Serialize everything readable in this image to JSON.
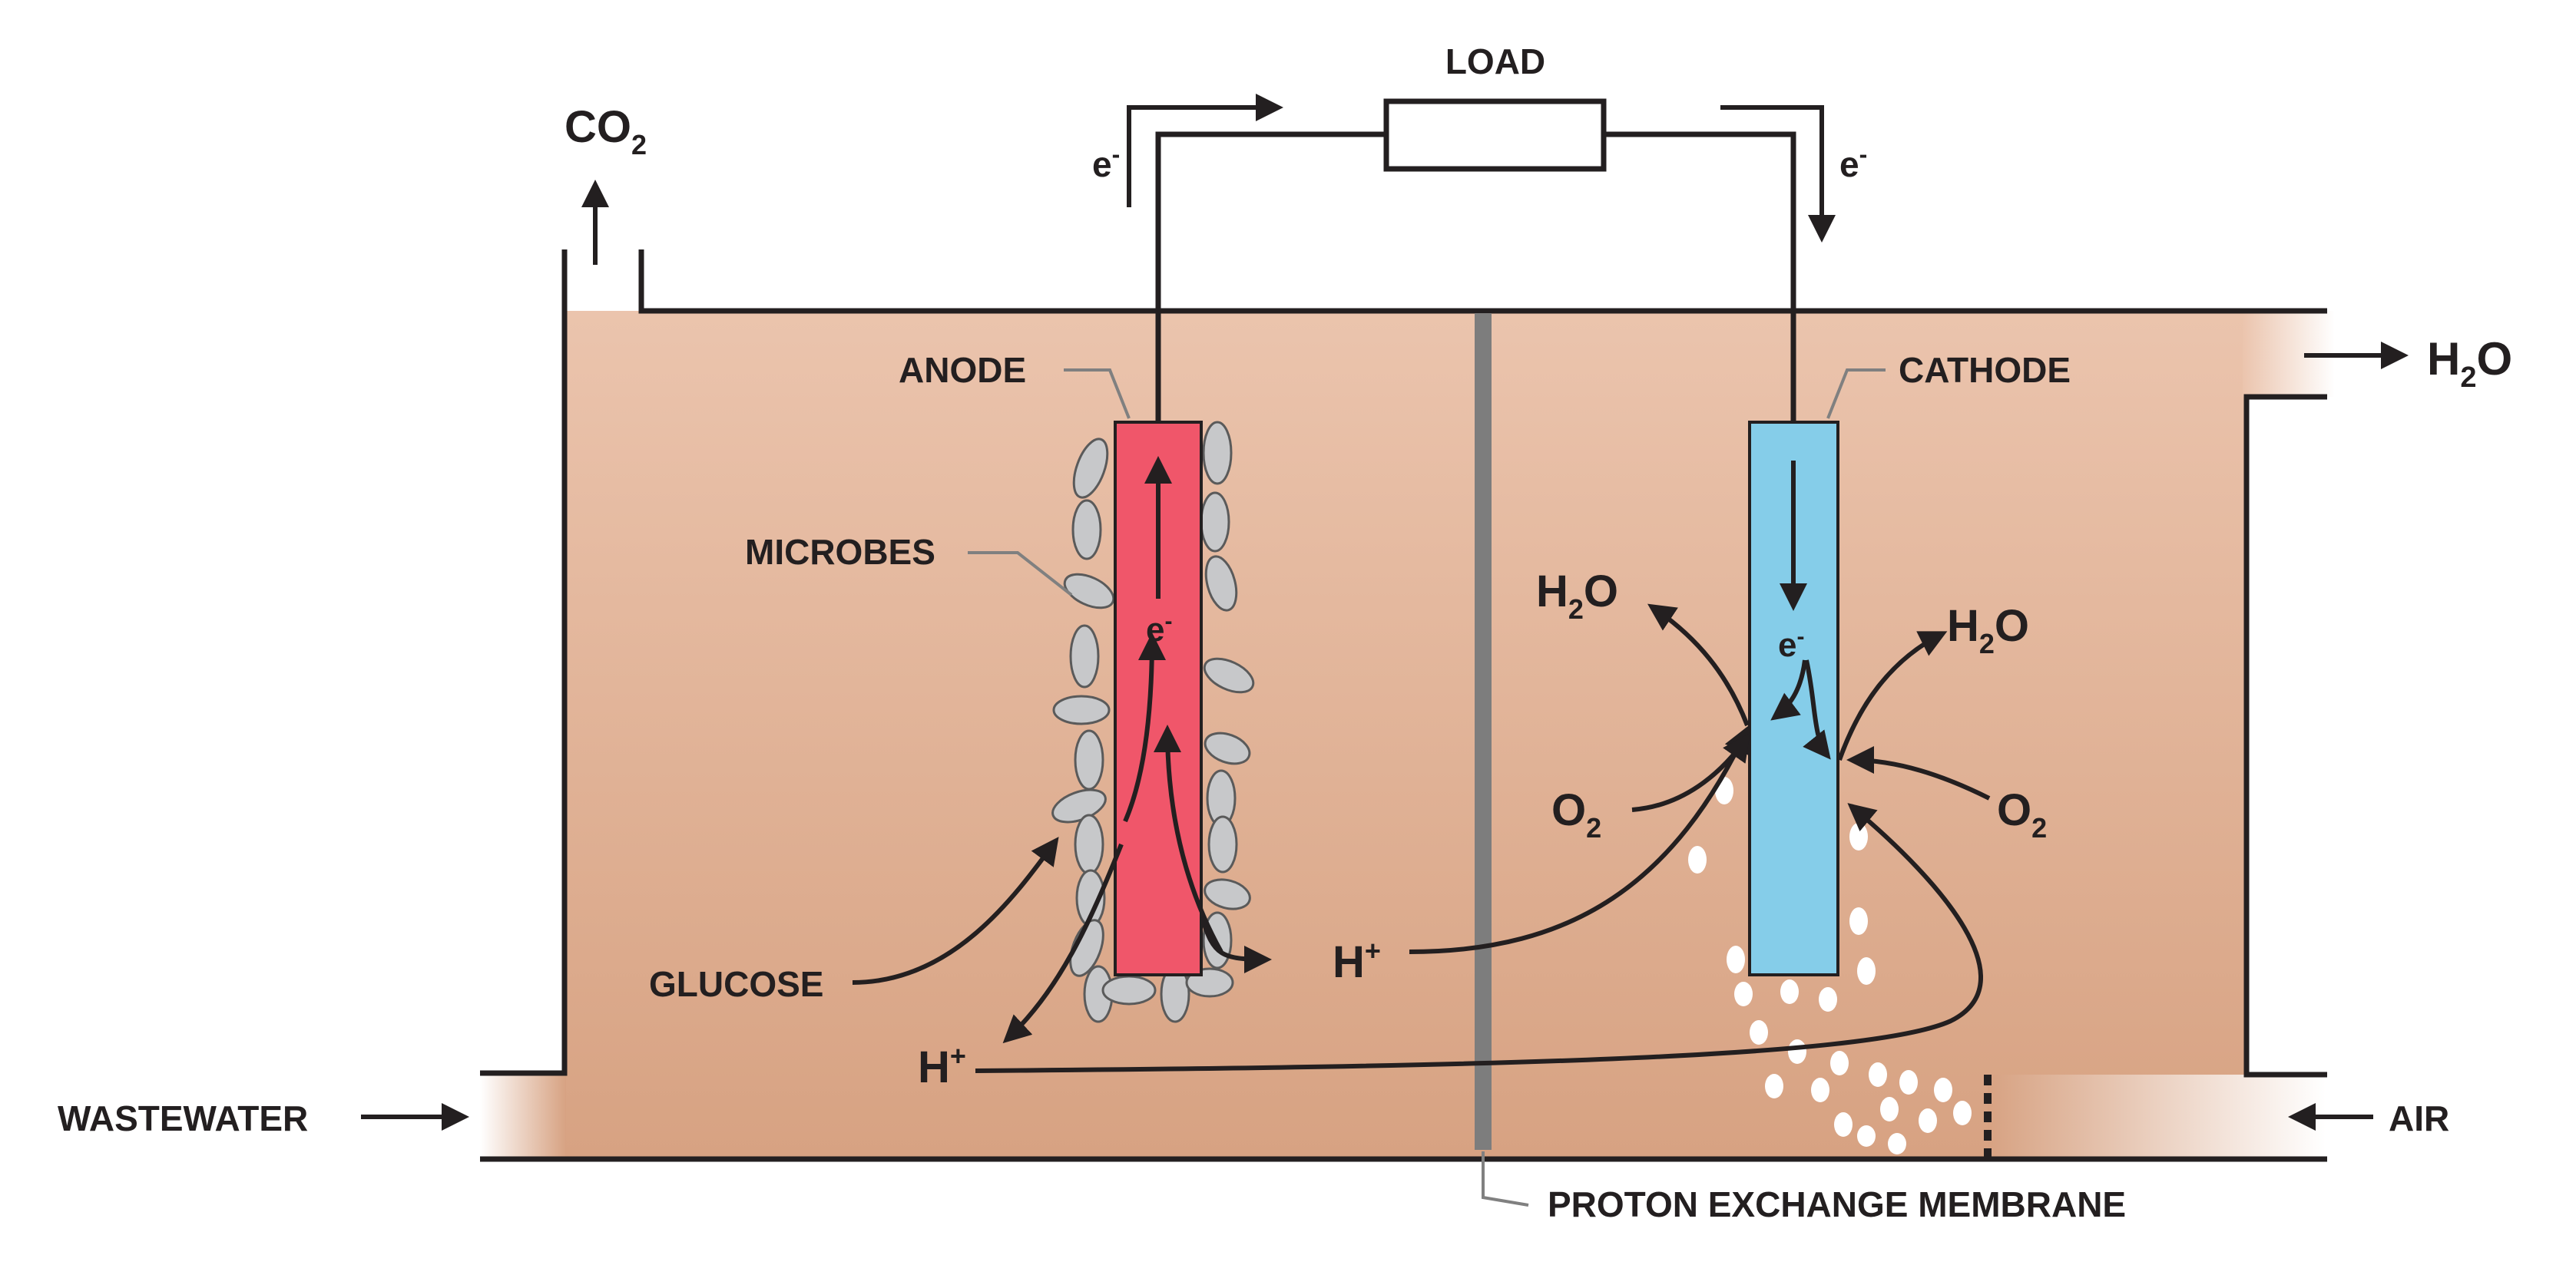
{
  "labels": {
    "load": "LOAD",
    "electron_left": "e",
    "electron_right": "e",
    "electron_anode": "e",
    "electron_cathode": "e",
    "electron_sup": "-",
    "co2_main": "CO",
    "co2_sub": "2",
    "h2o_outlet_main": "H",
    "h2o_outlet_sub": "2",
    "h2o_outlet_end": "O",
    "anode": "ANODE",
    "cathode": "CATHODE",
    "microbes": "MICROBES",
    "glucose": "GLUCOSE",
    "h_plus_main": "H",
    "h_plus_sup": "+",
    "h2o_left_main": "H",
    "h2o_left_sub": "2",
    "h2o_left_end": "O",
    "h2o_right_main": "H",
    "h2o_right_sub": "2",
    "h2o_right_end": "O",
    "o2_main": "O",
    "o2_sub": "2",
    "wastewater": "WASTEWATER",
    "air": "AIR",
    "membrane": "PROTON EXCHANGE MEMBRANE"
  },
  "colors": {
    "liquid": "#d9a78a",
    "anode": "#f0566a",
    "cathode": "#85cde9",
    "microbe": "#c7c8ca",
    "membrane": "#7d7d7d",
    "outline": "#231f20",
    "bubble": "#ffffff"
  }
}
